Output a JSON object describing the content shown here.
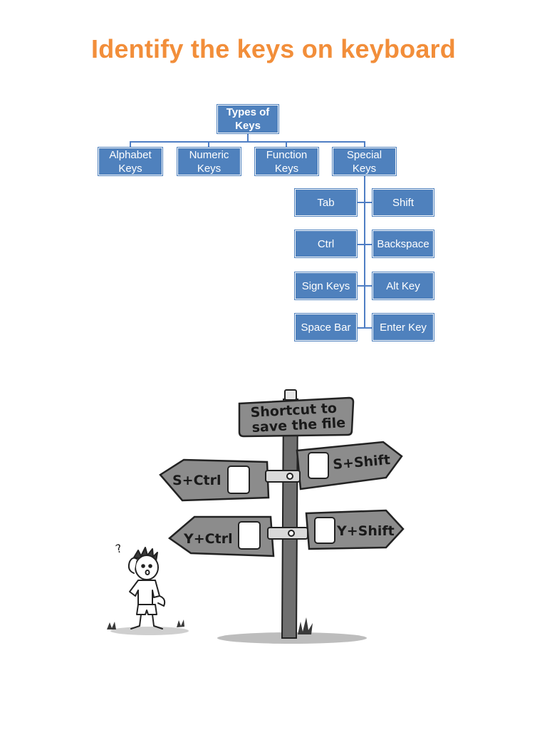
{
  "title": "Identify the keys on keyboard",
  "diagram": {
    "root": "Types of\nKeys",
    "categories": [
      "Alphabet\nKeys",
      "Numeric\nKeys",
      "Function\nKeys",
      "Special\nKeys"
    ],
    "special_left": [
      "Tab",
      "Ctrl",
      "Sign Keys",
      "Space Bar"
    ],
    "special_right": [
      "Shift",
      "Backspace",
      "Alt Key",
      "Enter Key"
    ]
  },
  "signpost": {
    "top_sign": [
      "Shortcut to",
      "save the file"
    ],
    "options": [
      "S+Ctrl",
      "S+Shift",
      "Y+Ctrl",
      "Y+Shift"
    ]
  }
}
